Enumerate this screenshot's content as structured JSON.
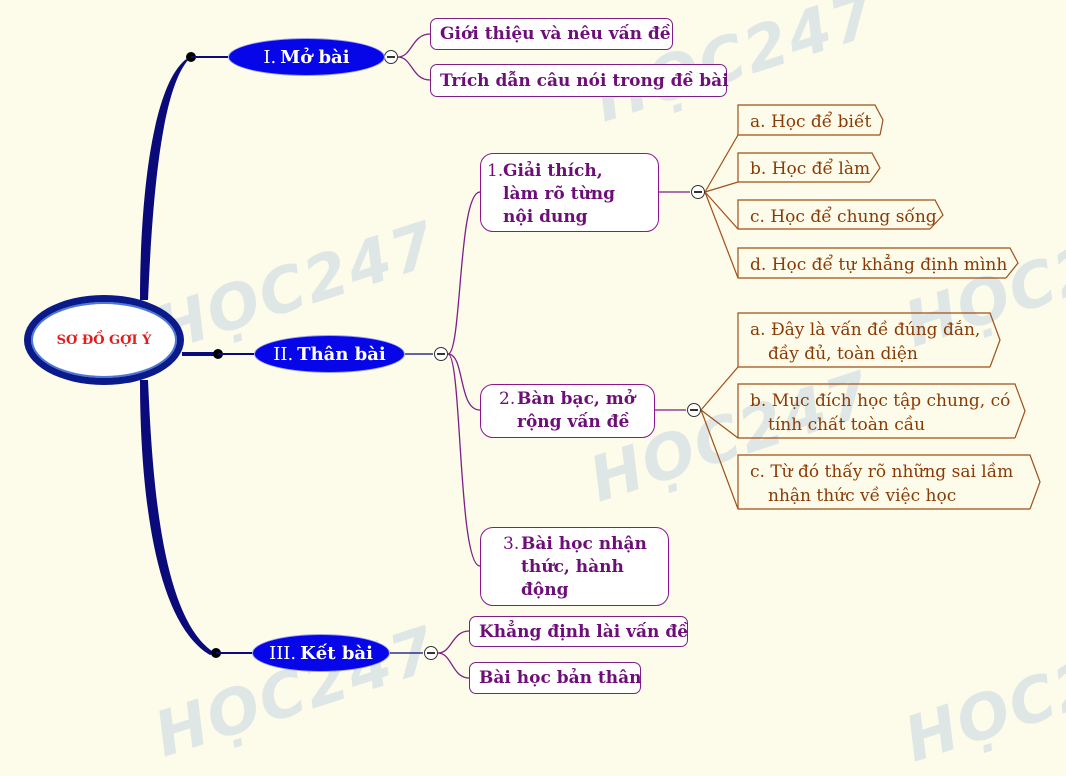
{
  "root": {
    "label": "SƠ ĐỒ GỢI Ý"
  },
  "branches": [
    {
      "number": "I.",
      "title": "Mở bài",
      "children": [
        "Giới thiệu và nêu vấn đề",
        "Trích dẫn câu nói trong đề bài"
      ]
    },
    {
      "number": "II.",
      "title": "Thân bài",
      "children": [
        {
          "number": "1.",
          "lines": [
            "Giải thích,",
            "làm rõ từng",
            "nội dung"
          ],
          "children": [
            "a. Học để biết",
            "b. Học để làm",
            "c. Học để chung sống",
            "d. Học để tự khẳng định mình"
          ]
        },
        {
          "number": "2.",
          "lines": [
            "Bàn bạc, mở",
            "rộng vấn đề"
          ],
          "children": [
            [
              "a. Đây là vấn đề đúng đắn,",
              "đầy đủ, toàn diện"
            ],
            [
              "b. Mục đích học tập chung, có",
              "tính chất toàn cầu"
            ],
            [
              "c. Từ đó thấy rõ những sai lầm",
              "nhận thức về việc học"
            ]
          ]
        },
        {
          "number": "3.",
          "lines": [
            "Bài học nhận",
            "thức, hành",
            "động"
          ]
        }
      ]
    },
    {
      "number": "III.",
      "title": "Kết bài",
      "children": [
        "Khẳng định lài vấn đề",
        "Bài học bản thân"
      ]
    }
  ],
  "watermark": "HỌC247",
  "colors": {
    "root_border": "#0a1a8a",
    "root_text": "#e31b1b",
    "level1_fill": "#0606e8",
    "level2_border": "#7d1f86",
    "leaf_text": "#8a3a06",
    "background": "#fdfbe9"
  }
}
